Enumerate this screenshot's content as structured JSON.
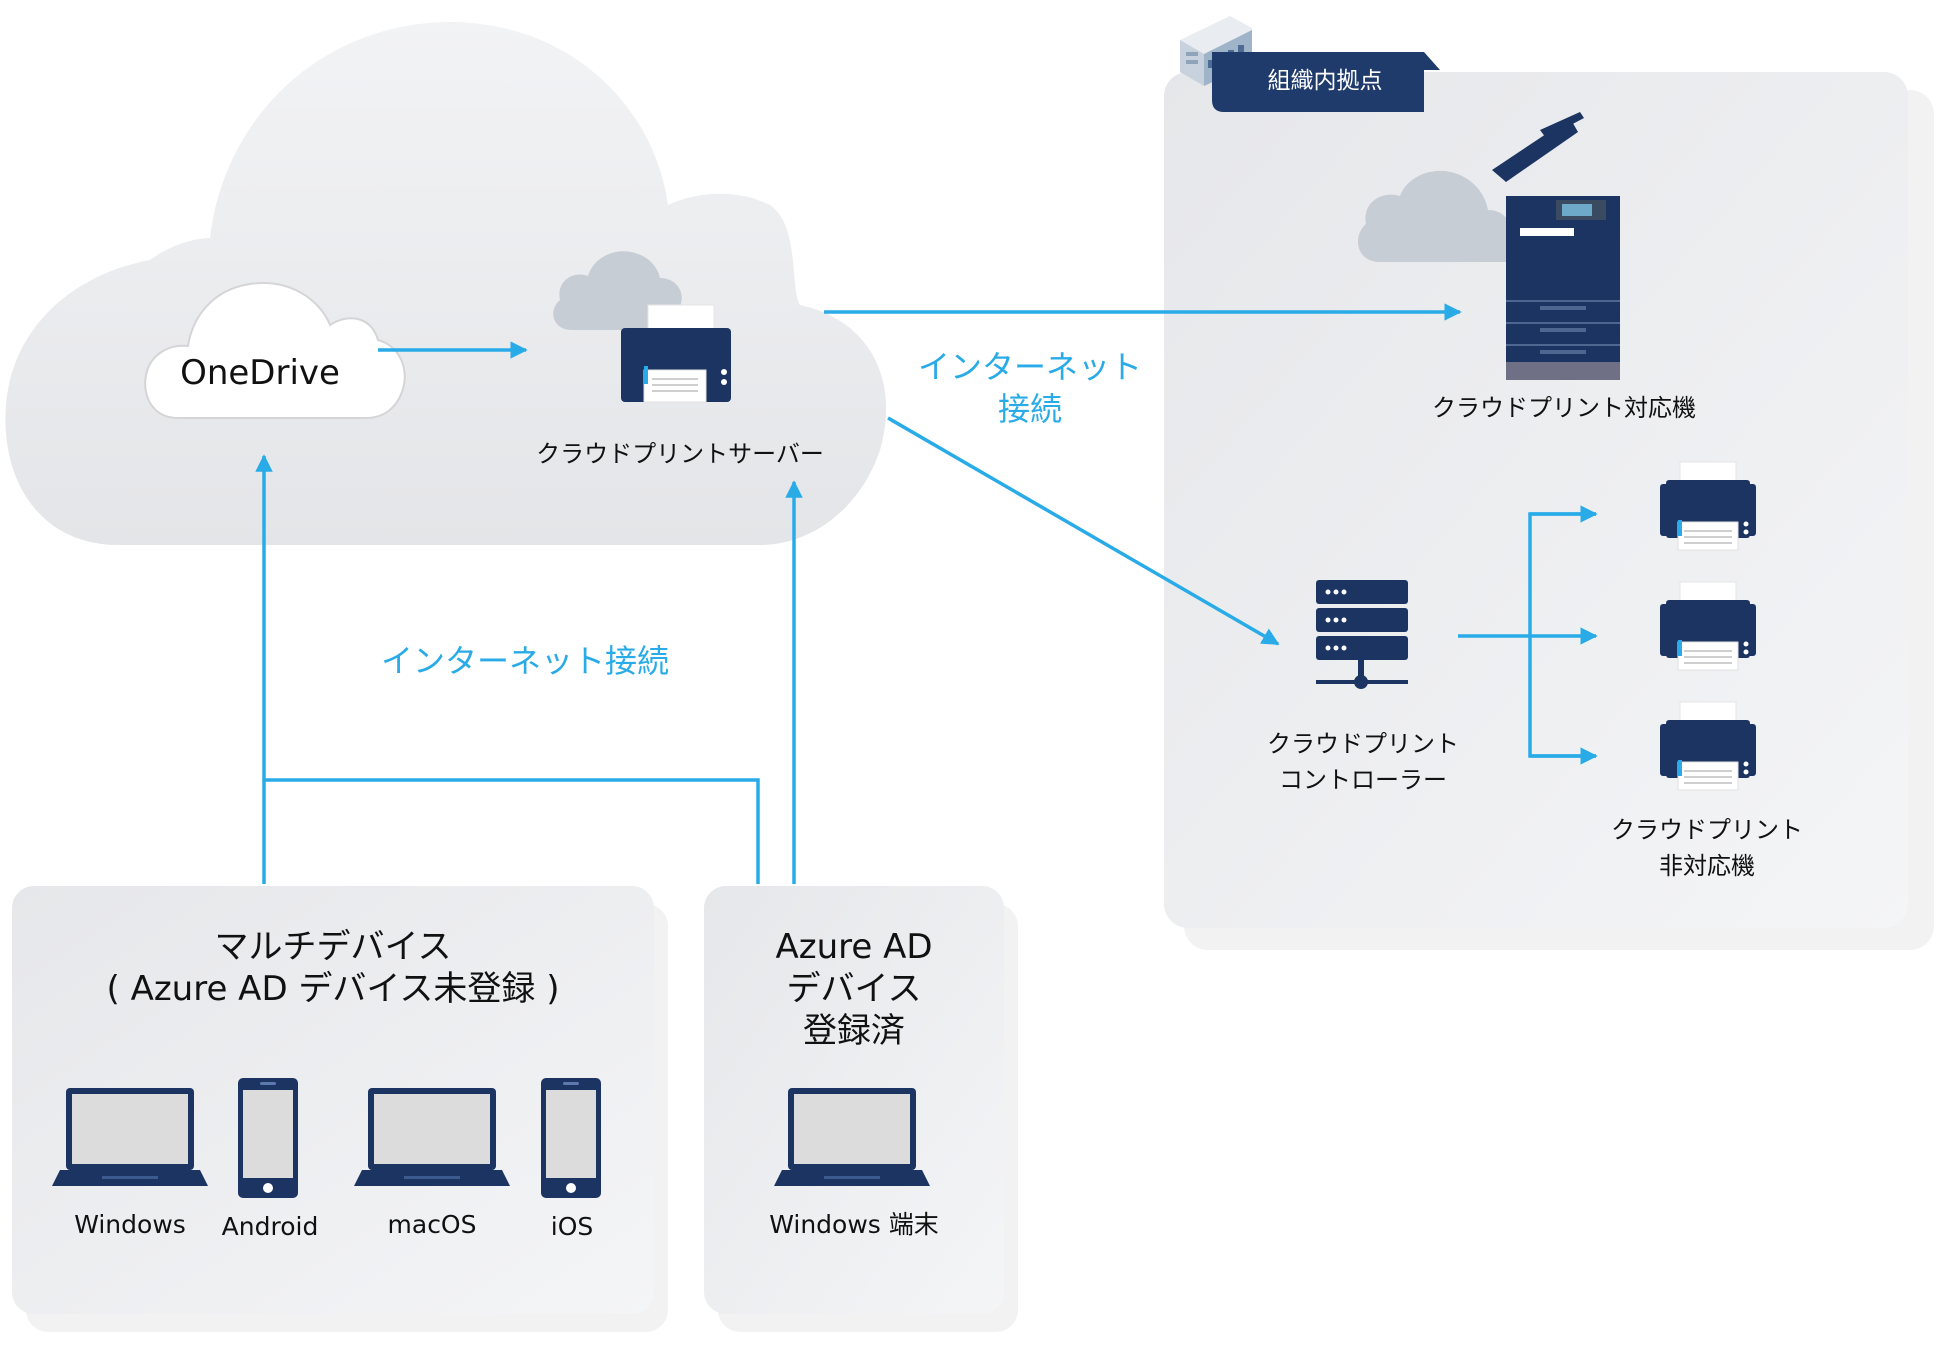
{
  "colors": {
    "arrow": "#29abe8",
    "navy": "#1c3461",
    "panel": "#eaebee",
    "cloud": "#e7e8ea",
    "badge": "#1f3b6b"
  },
  "cloud": {
    "onedrive_label": "OneDrive",
    "server_label": "クラウドプリントサーバー"
  },
  "connections": {
    "internet_label_top_line1": "インターネット",
    "internet_label_top_line2": "接続",
    "internet_label_bottom": "インターネット接続"
  },
  "site": {
    "badge_label": "組織内拠点",
    "compatible_label": "クラウドプリント対応機",
    "controller_label_line1": "クラウドプリント",
    "controller_label_line2": "コントローラー",
    "noncompatible_label_line1": "クラウドプリント",
    "noncompatible_label_line2": "非対応機"
  },
  "multi_device_panel": {
    "title_line1": "マルチデバイス",
    "title_line2": "( Azure AD デバイス未登録 )",
    "devices": [
      {
        "label": "Windows",
        "icon": "laptop-icon"
      },
      {
        "label": "Android",
        "icon": "phone-icon"
      },
      {
        "label": "macOS",
        "icon": "laptop-icon"
      },
      {
        "label": "iOS",
        "icon": "phone-icon"
      }
    ]
  },
  "azure_panel": {
    "title_line1": "Azure AD",
    "title_line2": "デバイス",
    "title_line3": "登録済",
    "device_label": "Windows 端末",
    "device_icon": "laptop-icon"
  }
}
